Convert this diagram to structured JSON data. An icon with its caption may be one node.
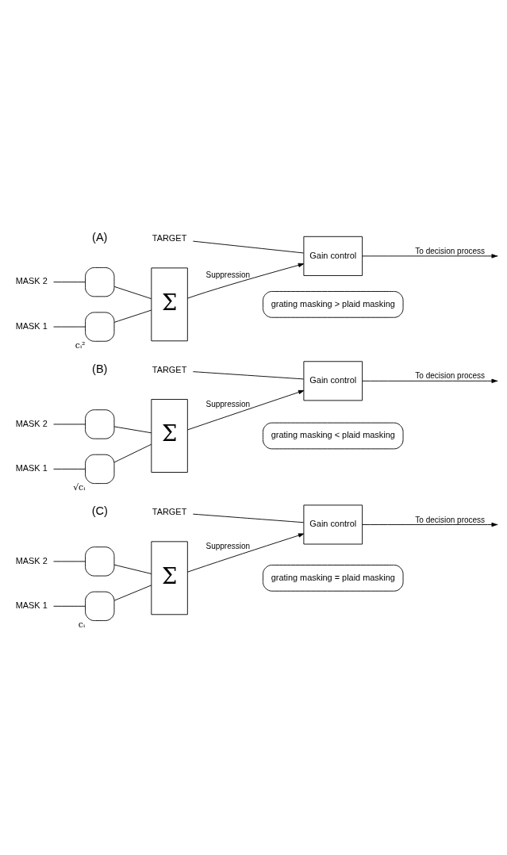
{
  "diagram": {
    "nodes": [
      {
        "text": [
          "TARGET"
        ]
      },
      {
        "text": [
          "Gain control"
        ]
      },
      {
        "text": [
          "MASK 1"
        ]
      },
      {
        "text": [],
        "shape": "box",
        "beside": [
          "cᵢ²"
        ]
      },
      {
        "text": [
          "MASK 2"
        ]
      },
      {
        "text": [],
        "shape": "box"
      },
      {
        "text": [
          "Σ"
        ]
      },
      {
        "text": [
          "grating masking > plaid masking"
        ]
      },
      {
        "text": [
          "TARGET"
        ]
      },
      {
        "text": [
          "Gain control"
        ]
      },
      {
        "text": [
          "MASK 1"
        ]
      },
      {
        "text": [],
        "shape": "box",
        "beside": [
          "√cᵢ"
        ]
      },
      {
        "text": [
          "MASK 2"
        ]
      },
      {
        "text": [],
        "shape": "box"
      },
      {
        "text": [
          "Σ"
        ]
      },
      {
        "text": [
          "grating masking < plaid masking"
        ]
      },
      {
        "text": [
          "TARGET"
        ]
      },
      {
        "text": [
          "Gain control"
        ]
      },
      {
        "text": [
          "MASK 1"
        ]
      },
      {
        "text": [],
        "shape": "box",
        "beside": [
          "cᵢ"
        ]
      },
      {
        "text": [
          "MASK 2"
        ]
      },
      {
        "text": [],
        "shape": "box"
      },
      {
        "text": [
          "Σ"
        ]
      },
      {
        "text": [
          "grating masking = plaid masking"
        ]
      }
    ],
    "edges": [
      {
        "from": 0,
        "to": 1,
        "arrow": "none"
      },
      {
        "from": 1,
        "to": null,
        "arrow": "to",
        "label": "To decision process"
      },
      {
        "from": 2,
        "to": 3,
        "arrow": "none"
      },
      {
        "from": 4,
        "to": 5,
        "arrow": "none"
      },
      {
        "from": 3,
        "to": 6,
        "arrow": "none"
      },
      {
        "from": 5,
        "to": 6,
        "arrow": "none"
      },
      {
        "from": 6,
        "to": 1,
        "arrow": "to",
        "label": "Suppression"
      },
      {
        "from": 8,
        "to": 9,
        "arrow": "none"
      },
      {
        "from": 9,
        "to": null,
        "arrow": "to",
        "label": "To decision process"
      },
      {
        "from": 10,
        "to": 11,
        "arrow": "none"
      },
      {
        "from": 12,
        "to": 13,
        "arrow": "none"
      },
      {
        "from": 11,
        "to": 14,
        "arrow": "none"
      },
      {
        "from": 13,
        "to": 14,
        "arrow": "none"
      },
      {
        "from": 14,
        "to": 9,
        "arrow": "to",
        "label": "Suppression"
      },
      {
        "from": 16,
        "to": 17,
        "arrow": "none"
      },
      {
        "from": 17,
        "to": null,
        "arrow": "to",
        "label": "To decision process"
      },
      {
        "from": 18,
        "to": 19,
        "arrow": "none"
      },
      {
        "from": 20,
        "to": 21,
        "arrow": "none"
      },
      {
        "from": 19,
        "to": 22,
        "arrow": "none"
      },
      {
        "from": 21,
        "to": 22,
        "arrow": "none"
      },
      {
        "from": 22,
        "to": 17,
        "arrow": "to",
        "label": "Suppression"
      }
    ],
    "labels": [
      "(A)",
      "(B)",
      "(C)"
    ]
  }
}
